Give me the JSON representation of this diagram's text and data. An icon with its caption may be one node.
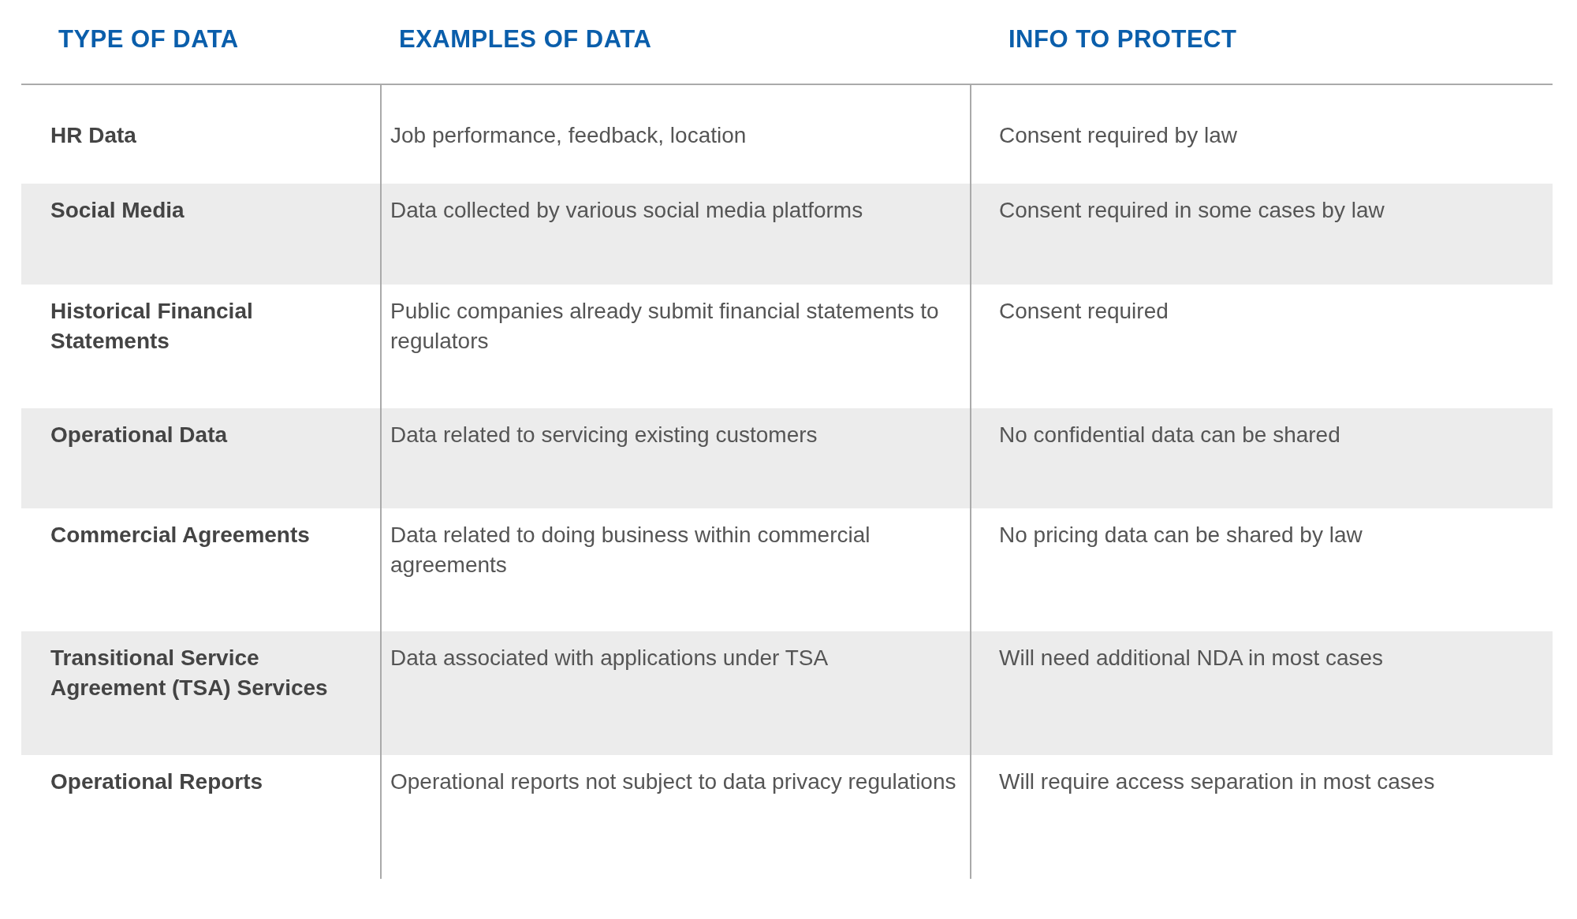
{
  "diagram": {
    "labels": [
      "TYPE OF DATA",
      "EXAMPLES OF DATA",
      "INFO TO PROTECT",
      "HR Data",
      "Job performance, feedback, location",
      "Consent required by law",
      "Social Media",
      "Data collected by various social media platforms",
      "Consent required in some cases by law",
      "Historical Financial Statements",
      "Public companies already submit financial statements to regulators",
      "Consent required",
      "Operational Data",
      "Data related to servicing existing customers",
      "No confidential data can be shared",
      "Commercial Agreements",
      "Data related to doing business within commercial agreements",
      "No pricing data can be shared by law",
      "Transitional Service Agreement (TSA) Services",
      "Data associated with applications under TSA",
      "Will need additional NDA in most cases",
      "Operational Reports",
      "Operational reports not subject to data privacy regulations",
      "Will require access separation in most cases"
    ]
  }
}
